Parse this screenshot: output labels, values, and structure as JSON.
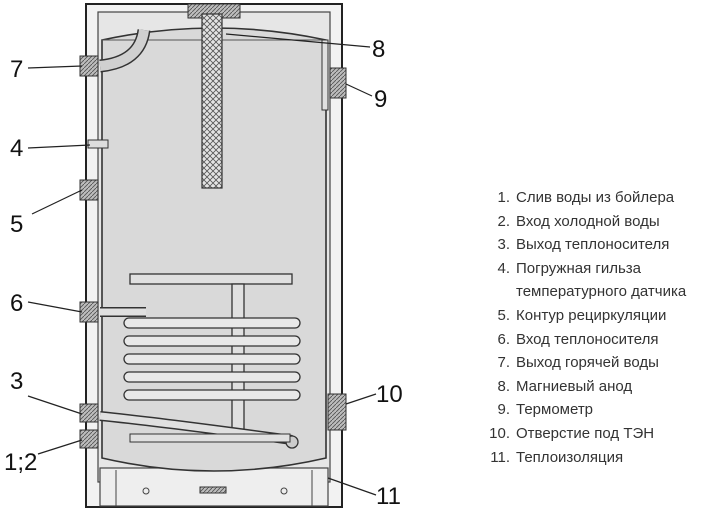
{
  "callouts": {
    "c7": "7",
    "c4": "4",
    "c5": "5",
    "c6": "6",
    "c3": "3",
    "c12": "1;2",
    "c8": "8",
    "c9": "9",
    "c10": "10",
    "c11": "11"
  },
  "legend": {
    "items": [
      {
        "num": "1.",
        "text": "Слив воды из бойлера"
      },
      {
        "num": "2.",
        "text": "Вход холодной воды"
      },
      {
        "num": "3.",
        "text": "Выход теплоносителя"
      },
      {
        "num": "4.",
        "text": "Погружная гильза",
        "text2": "температурного датчика"
      },
      {
        "num": "5.",
        "text": "Контур рециркуляции"
      },
      {
        "num": "6.",
        "text": "Вход теплоносителя"
      },
      {
        "num": "7.",
        "text": "Выход горячей воды"
      },
      {
        "num": "8.",
        "text": "Магниевый анод"
      },
      {
        "num": "9.",
        "text": "Термометр"
      },
      {
        "num": "10.",
        "text": "Отверстие под ТЭН"
      },
      {
        "num": "11.",
        "text": "Теплоизоляция"
      }
    ]
  }
}
